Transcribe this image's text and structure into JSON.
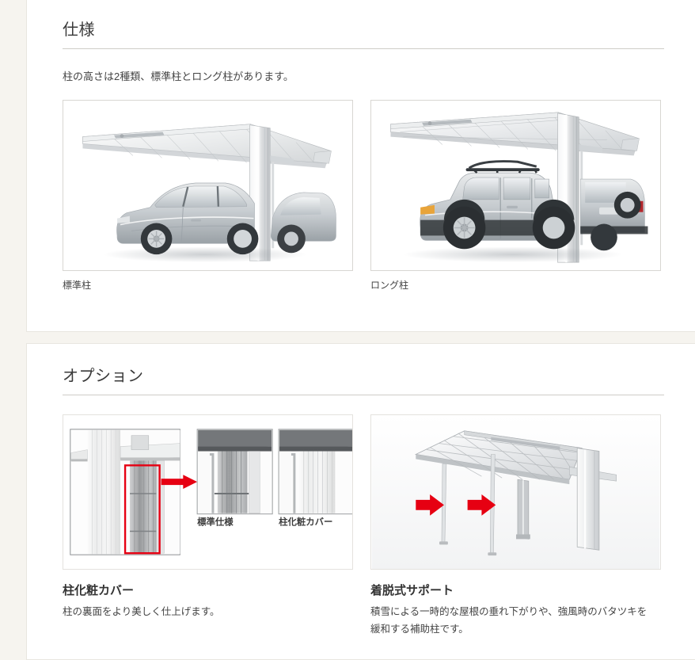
{
  "theme": {
    "page_background": "#f6f4ef",
    "card_background": "#ffffff",
    "card_border": "#e8e6e0",
    "heading_color": "#3a3a3a",
    "text_color": "#444444",
    "rule_color": "#cfcdc8",
    "accent_red": "#e60012"
  },
  "spec_section": {
    "heading": "仕様",
    "lead": "柱の高さは2種類、標準柱とロング柱があります。",
    "images": [
      {
        "caption": "標準柱",
        "alt": "標準柱のカーポートにシルバーのセダンが駐車している写真",
        "vehicle": "sedan"
      },
      {
        "caption": "ロング柱",
        "alt": "ロング柱のカーポートにシルバーのSUVが駐車している写真",
        "vehicle": "suv"
      }
    ]
  },
  "option_section": {
    "heading": "オプション",
    "options": [
      {
        "title": "柱化粧カバー",
        "description": "柱の裏面をより美しく仕上げます。",
        "image_alt": "柱の裏面の拡大写真と比較図",
        "thumbs": [
          {
            "label": "標準仕様"
          },
          {
            "label": "柱化粧カバー"
          }
        ]
      },
      {
        "title": "着脱式サポート",
        "description": "積雪による一時的な屋根の垂れ下がりや、強風時のバタツキを緩和する補助柱です。",
        "image_alt": "着脱式サポート柱を2本取り付けたカーポートの立体図"
      }
    ]
  }
}
